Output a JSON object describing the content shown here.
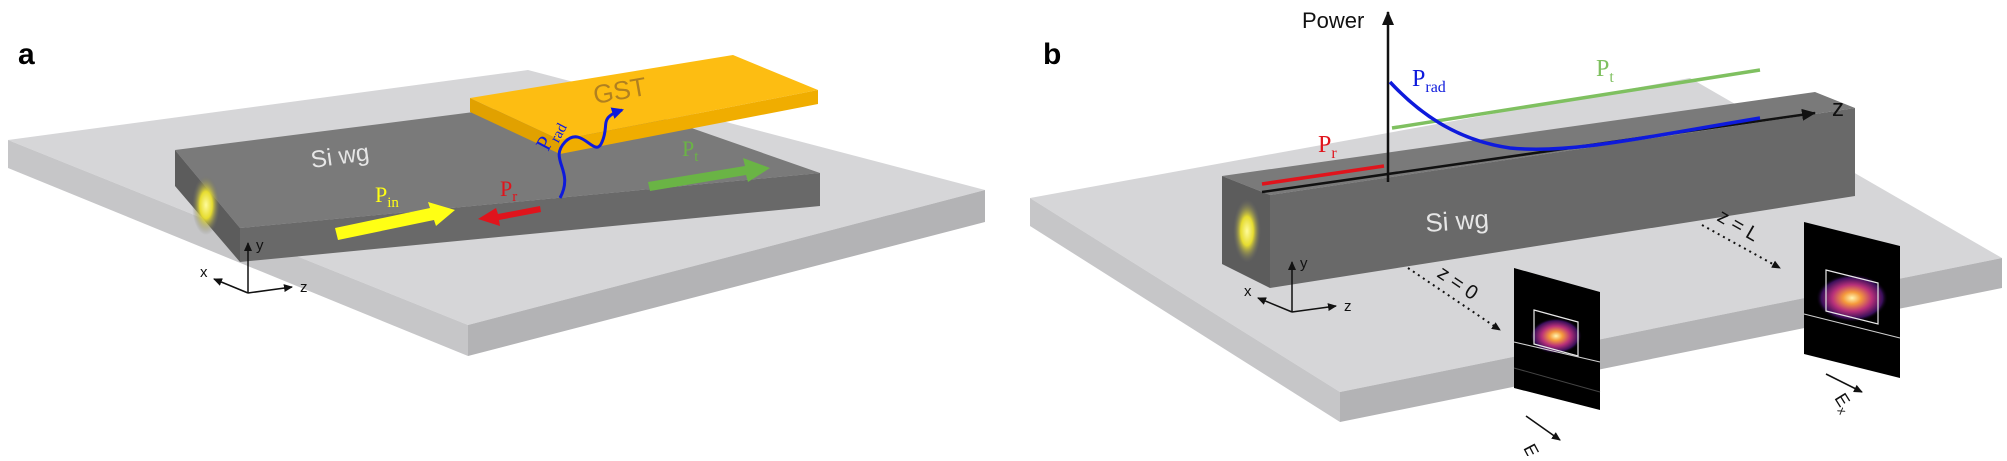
{
  "panels": {
    "a": {
      "label": "a",
      "waveguide_label": "Si wg",
      "gst_label": "GST",
      "p_in": {
        "main": "P",
        "sub": "in"
      },
      "p_r": {
        "main": "P",
        "sub": "r"
      },
      "p_rad": {
        "main": "P",
        "sub": "rad"
      },
      "p_t": {
        "main": "P",
        "sub": "t"
      },
      "axes": {
        "x": "x",
        "y": "y",
        "z": "z"
      }
    },
    "b": {
      "label": "b",
      "power_label": "Power",
      "z_axis_label": "z",
      "waveguide_label": "Si wg",
      "p_rad": {
        "main": "P",
        "sub": "rad"
      },
      "p_t": {
        "main": "P",
        "sub": "t"
      },
      "p_r": {
        "main": "P",
        "sub": "r"
      },
      "z0_label": "z = 0",
      "zl_label": "z = L",
      "ex_label": {
        "main": "E",
        "sub": "x"
      },
      "axes": {
        "x": "x",
        "y": "y",
        "z": "z"
      }
    }
  },
  "colors": {
    "substrate_top": "#d6d6d8",
    "substrate_side": "#b3b3b5",
    "waveguide_top": "#7a7a7a",
    "waveguide_front": "#696969",
    "waveguide_end": "#5c5c5c",
    "gst_top": "#fdbd12",
    "gst_side": "#e1a100",
    "p_in": "#ffff14",
    "p_r": "#e0141c",
    "p_rad": "#0e1adc",
    "p_t": "#6ab445",
    "p_t_curve": "#7fc060"
  }
}
